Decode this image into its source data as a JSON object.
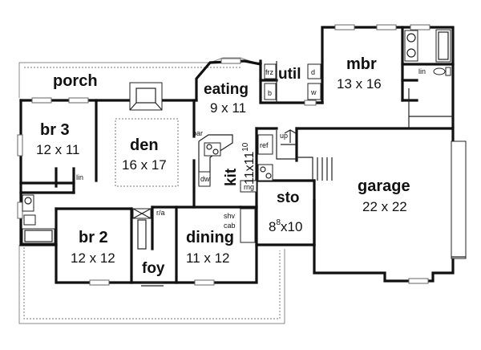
{
  "rooms": {
    "porch": {
      "name": "porch"
    },
    "eating": {
      "name": "eating",
      "dims": "9 x 11"
    },
    "util": {
      "name": "util"
    },
    "mbr": {
      "name": "mbr",
      "dims": "13 x 16"
    },
    "br3": {
      "name": "br 3",
      "dims": "12 x 11"
    },
    "den": {
      "name": "den",
      "dims": "16 x 17"
    },
    "kit": {
      "name": "kit",
      "dims": "11x11",
      "dims_sup": "10"
    },
    "garage": {
      "name": "garage",
      "dims": "22 x 22"
    },
    "sto": {
      "name": "sto",
      "dims": "8x10",
      "dims_sup": "8"
    },
    "br2": {
      "name": "br 2",
      "dims": "12 x 12"
    },
    "dining": {
      "name": "dining",
      "dims": "11 x 12"
    },
    "foy": {
      "name": "foy"
    }
  },
  "labels": {
    "frz": "frz",
    "b": "b",
    "d": "d",
    "w": "w",
    "lin_mbr": "lin",
    "lin_br3": "lin",
    "bar": "bar",
    "up": "up",
    "ref": "ref",
    "dw": "dw",
    "rng": "rng",
    "ra": "r/a",
    "shv": "shv",
    "cab": "cab"
  }
}
